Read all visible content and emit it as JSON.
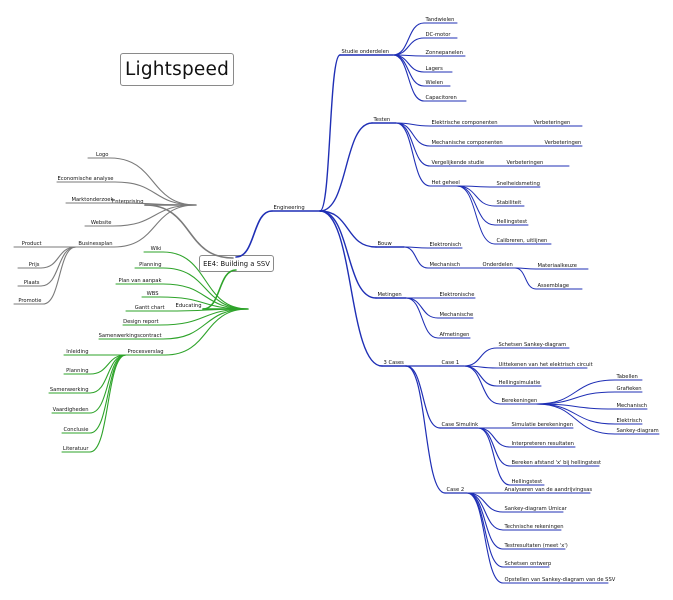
{
  "title": "Lightspeed",
  "center": "EE4: Building a SSV",
  "colors": {
    "engineering": "#1f2fb5",
    "educating": "#2ea32a",
    "enterprising": "#7a7a7a"
  },
  "branches": {
    "engineering": {
      "label": "Engineering",
      "children": [
        {
          "label": "Studie onderdelen",
          "children": [
            {
              "label": "Tandwielen"
            },
            {
              "label": "DC-motor"
            },
            {
              "label": "Zonnepanelen"
            },
            {
              "label": "Lagers"
            },
            {
              "label": "Wielen"
            },
            {
              "label": "Capacitoren"
            }
          ]
        },
        {
          "label": "Testen",
          "children": [
            {
              "label": "Elektrische componenten",
              "children": [
                {
                  "label": "Verbeteringen"
                }
              ]
            },
            {
              "label": "Mechanische componenten",
              "children": [
                {
                  "label": "Verbeteringen"
                }
              ]
            },
            {
              "label": "Vergelijkende studie",
              "children": [
                {
                  "label": "Verbeteringen"
                }
              ]
            },
            {
              "label": "Het geheel",
              "children": [
                {
                  "label": "Snelheidsmeting"
                },
                {
                  "label": "Stabiliteit"
                },
                {
                  "label": "Hellingstest"
                },
                {
                  "label": "Calibreren, uitlijnen"
                }
              ]
            }
          ]
        },
        {
          "label": "Bouw",
          "children": [
            {
              "label": "Elektronisch"
            },
            {
              "label": "Mechanisch",
              "children": [
                {
                  "label": "Onderdelen",
                  "children": [
                    {
                      "label": "Materiaalkeuze"
                    },
                    {
                      "label": "Assemblage"
                    }
                  ]
                }
              ]
            }
          ]
        },
        {
          "label": "Metingen",
          "children": [
            {
              "label": "Elektronische"
            },
            {
              "label": "Mechanische"
            },
            {
              "label": "Afmetingen"
            }
          ]
        },
        {
          "label": "3 Cases",
          "children": [
            {
              "label": "Case 1",
              "children": [
                {
                  "label": "Schetsen Sankey-diagram"
                },
                {
                  "label": "Uittekenen van het elektrisch circuit"
                },
                {
                  "label": "Hellingsimulatie"
                },
                {
                  "label": "Berekeningen",
                  "children": [
                    {
                      "label": "Tabellen"
                    },
                    {
                      "label": "Grafieken"
                    },
                    {
                      "label": "Mechanisch"
                    },
                    {
                      "label": "Elektrisch"
                    },
                    {
                      "label": "Sankey-diagram"
                    }
                  ]
                }
              ]
            },
            {
              "label": "Case Simulink",
              "children": [
                {
                  "label": "Simulatie berekeningen"
                },
                {
                  "label": "Interpreteren resultaten"
                },
                {
                  "label": "Bereken afstand 'x' bij hellingstest"
                },
                {
                  "label": "Hellingstest"
                }
              ]
            },
            {
              "label": "Case 2",
              "children": [
                {
                  "label": "Analyseren van de aandrijvingsas"
                },
                {
                  "label": "Sankey-diagram Umicar"
                },
                {
                  "label": "Technische rekeningen"
                },
                {
                  "label": "Testresultaten (meet 'x')"
                },
                {
                  "label": "Schetsen ontwerp"
                },
                {
                  "label": "Opstellen van Sankey-diagram van de SSV"
                }
              ]
            }
          ]
        }
      ]
    },
    "enterprising": {
      "label": "Enterprising",
      "children": [
        {
          "label": "Logo"
        },
        {
          "label": "Economische analyse"
        },
        {
          "label": "Marktonderzoek"
        },
        {
          "label": "Website"
        },
        {
          "label": "Businessplan",
          "children": [
            {
              "label": "Product"
            },
            {
              "label": "Prijs"
            },
            {
              "label": "Plaats"
            },
            {
              "label": "Promotie"
            }
          ]
        }
      ]
    },
    "educating": {
      "label": "Educating",
      "children": [
        {
          "label": "Wiki"
        },
        {
          "label": "Planning"
        },
        {
          "label": "Plan van aanpak"
        },
        {
          "label": "WBS"
        },
        {
          "label": "Gantt chart"
        },
        {
          "label": "Design report"
        },
        {
          "label": "Samenwerkingscontract"
        },
        {
          "label": "Procesverslag",
          "children": [
            {
              "label": "Inleiding"
            },
            {
              "label": "Planning"
            },
            {
              "label": "Samenwerking"
            },
            {
              "label": "Vaardigheden"
            },
            {
              "label": "Conclusie"
            },
            {
              "label": "Literatuur"
            }
          ]
        }
      ]
    }
  }
}
